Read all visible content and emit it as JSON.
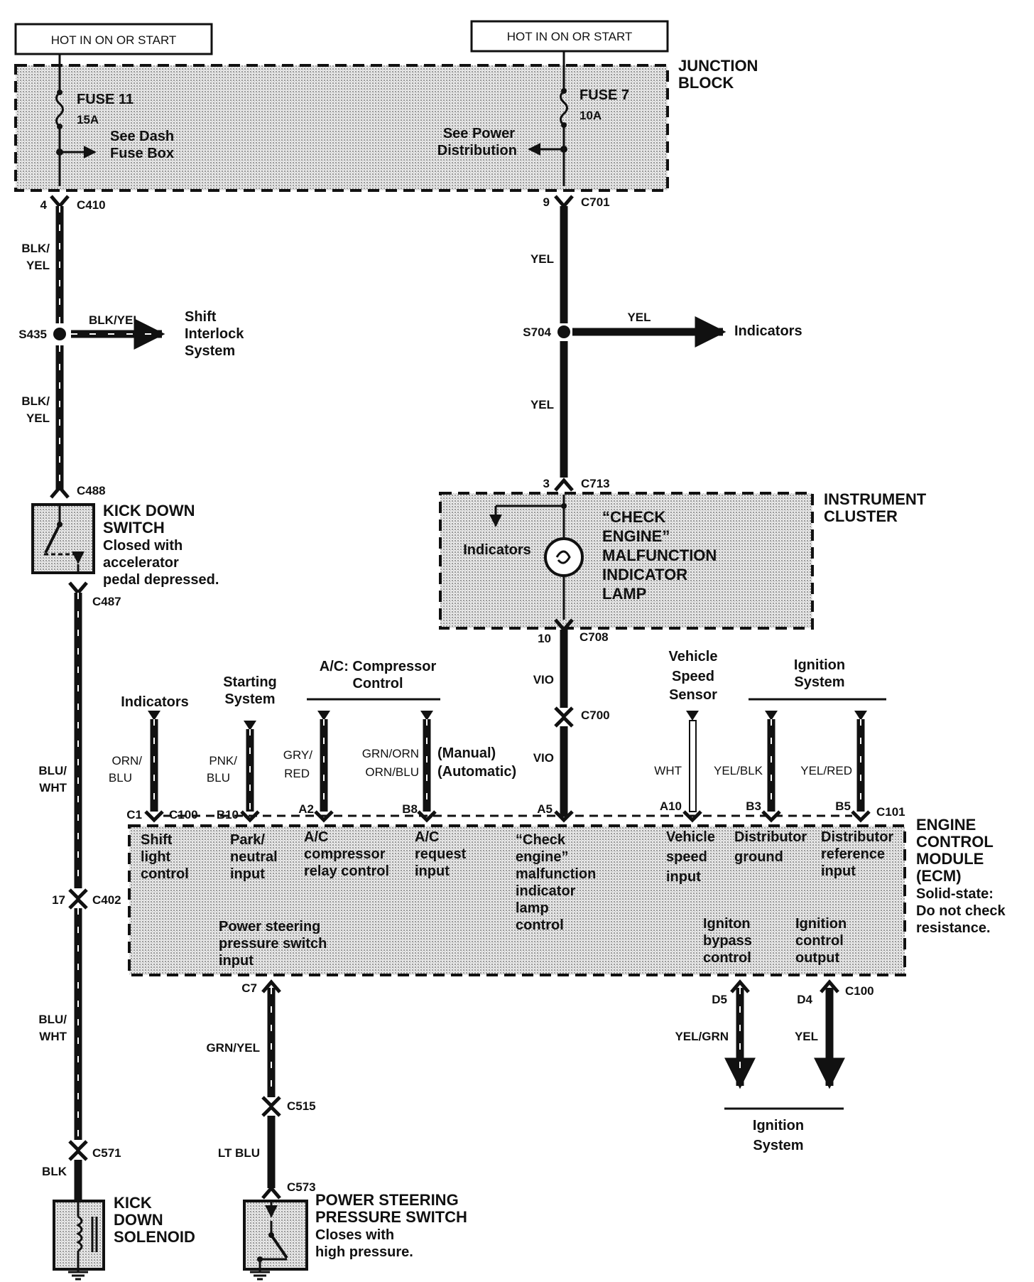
{
  "power": {
    "left_source": "HOT IN ON OR START",
    "right_source": "HOT IN ON OR START"
  },
  "junction_block": {
    "title_line1": "JUNCTION",
    "title_line2": "BLOCK",
    "fuse_left_name": "FUSE 11",
    "fuse_left_rating": "15A",
    "fuse_left_ref_line1": "See Dash",
    "fuse_left_ref_line2": "Fuse Box",
    "fuse_right_name": "FUSE 7",
    "fuse_right_rating": "10A",
    "fuse_right_ref_line1": "See Power",
    "fuse_right_ref_line2": "Distribution"
  },
  "left_branch": {
    "c410_pin": "4",
    "c410": "C410",
    "wire1_line1": "BLK/",
    "wire1_line2": "YEL",
    "splice": "S435",
    "splice_wire": "BLK/YEL",
    "shift_line1": "Shift",
    "shift_line2": "Interlock",
    "shift_line3": "System",
    "wire2_line1": "BLK/",
    "wire2_line2": "YEL",
    "c488": "C488",
    "kick_switch_line1": "KICK DOWN",
    "kick_switch_line2": "SWITCH",
    "kick_switch_desc1": "Closed with",
    "kick_switch_desc2": "accelerator",
    "kick_switch_desc3": "pedal depressed.",
    "c487": "C487",
    "wire3_line1": "BLU/",
    "wire3_line2": "WHT",
    "c402_pin": "17",
    "c402": "C402",
    "wire4_line1": "BLU/",
    "wire4_line2": "WHT",
    "c571": "C571",
    "wire5": "BLK",
    "solenoid_line1": "KICK",
    "solenoid_line2": "DOWN",
    "solenoid_line3": "SOLENOID"
  },
  "center_branch": {
    "c701_pin": "9",
    "c701": "C701",
    "wire1": "YEL",
    "splice": "S704",
    "splice_wire": "YEL",
    "splice_dest": "Indicators",
    "wire2": "YEL",
    "c713_pin": "3",
    "c713": "C713",
    "cluster_line1": "INSTRUMENT",
    "cluster_line2": "CLUSTER",
    "cluster_indicators": "Indicators",
    "lamp_line1": "“CHECK",
    "lamp_line2": "ENGINE”",
    "lamp_line3": "MALFUNCTION",
    "lamp_line4": "INDICATOR",
    "lamp_line5": "LAMP",
    "c708_pin": "10",
    "c708": "C708",
    "wire3": "VIO",
    "c700": "C700",
    "wire4": "VIO"
  },
  "inputs": {
    "indicators": "Indicators",
    "starting_line1": "Starting",
    "starting_line2": "System",
    "ac_line1": "A/C: Compressor",
    "ac_line2": "Control",
    "vss_line1": "Vehicle",
    "vss_line2": "Speed",
    "vss_line3": "Sensor",
    "ign_line1": "Ignition",
    "ign_line2": "System",
    "w_orn_1": "ORN/",
    "w_orn_2": "BLU",
    "w_pnk_1": "PNK/",
    "w_pnk_2": "BLU",
    "w_gry_1": "GRY/",
    "w_gry_2": "RED",
    "w_grn_1": "GRN/ORN",
    "w_grn_2": "ORN/BLU",
    "manual": "(Manual)",
    "automatic": "(Automatic)",
    "w_wht": "WHT",
    "w_yelblk": "YEL/BLK",
    "w_yelred": "YEL/RED",
    "pin_c1": "C1",
    "c100_top": "C100",
    "pin_b10": "B10",
    "pin_a2": "A2",
    "pin_b8": "B8",
    "pin_a5": "A5",
    "pin_a10": "A10",
    "pin_b3": "B3",
    "pin_b5": "B5",
    "c101": "C101"
  },
  "ecm": {
    "title_line1": "ENGINE",
    "title_line2": "CONTROL",
    "title_line3": "MODULE",
    "title_line4": "(ECM)",
    "note_line1": "Solid-state:",
    "note_line2": "Do not check",
    "note_line3": "resistance.",
    "f1_1": "Shift",
    "f1_2": "light",
    "f1_3": "control",
    "f2_1": "Park/",
    "f2_2": "neutral",
    "f2_3": "input",
    "f3_1": "A/C",
    "f3_2": "compressor",
    "f3_3": "relay control",
    "f4_1": "A/C",
    "f4_2": "request",
    "f4_3": "input",
    "f5_1": "“Check",
    "f5_2": "engine”",
    "f5_3": "malfunction",
    "f5_4": "indicator",
    "f5_5": "lamp",
    "f5_6": "control",
    "f6_1": "Vehicle",
    "f6_2": "speed",
    "f6_3": "input",
    "f7_1": "Distributor",
    "f7_2": "ground",
    "f8_1": "Distributor",
    "f8_2": "reference",
    "f8_3": "input",
    "f9_1": "Power steering",
    "f9_2": "pressure switch",
    "f9_3": "input",
    "f10_1": "Igniton",
    "f10_2": "bypass",
    "f10_3": "control",
    "f11_1": "Ignition",
    "f11_2": "control",
    "f11_3": "output"
  },
  "bottom": {
    "pin_c7": "C7",
    "wire_grn": "GRN/YEL",
    "c515": "C515",
    "wire_ltblu": "LT BLU",
    "c573": "C573",
    "ps_line1": "POWER STEERING",
    "ps_line2": "PRESSURE SWITCH",
    "ps_desc1": "Closes with",
    "ps_desc2": "high pressure.",
    "pin_d5": "D5",
    "pin_d4": "D4",
    "c100_bot": "C100",
    "wire_yelgrn": "YEL/GRN",
    "wire_yel": "YEL",
    "ign_line1": "Ignition",
    "ign_line2": "System"
  }
}
